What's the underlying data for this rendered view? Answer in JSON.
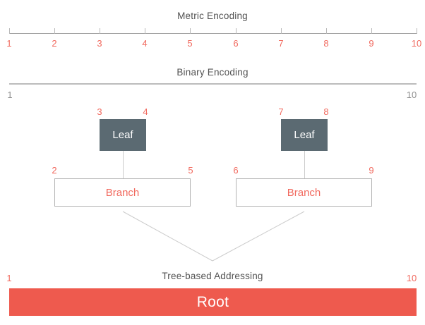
{
  "colors": {
    "coral_text": "#f1695e",
    "coral_fill": "#ee5a4e",
    "slate_fill": "#5b6a72",
    "title_gray": "#525252",
    "muted_gray": "#8f8f8f"
  },
  "metric": {
    "title": "Metric Encoding",
    "labels": [
      "1",
      "2",
      "3",
      "4",
      "5",
      "6",
      "7",
      "8",
      "9",
      "10"
    ]
  },
  "binary": {
    "title": "Binary Encoding",
    "left_label": "1",
    "right_label": "10"
  },
  "tree": {
    "title": "Tree-based Addressing",
    "left_label": "1",
    "right_label": "10",
    "leaves": [
      {
        "label": "Leaf",
        "left_num": "3",
        "right_num": "4"
      },
      {
        "label": "Leaf",
        "left_num": "7",
        "right_num": "8"
      }
    ],
    "branches": [
      {
        "label": "Branch",
        "left_num": "2",
        "right_num": "5"
      },
      {
        "label": "Branch",
        "left_num": "6",
        "right_num": "9"
      }
    ],
    "root_label": "Root"
  }
}
